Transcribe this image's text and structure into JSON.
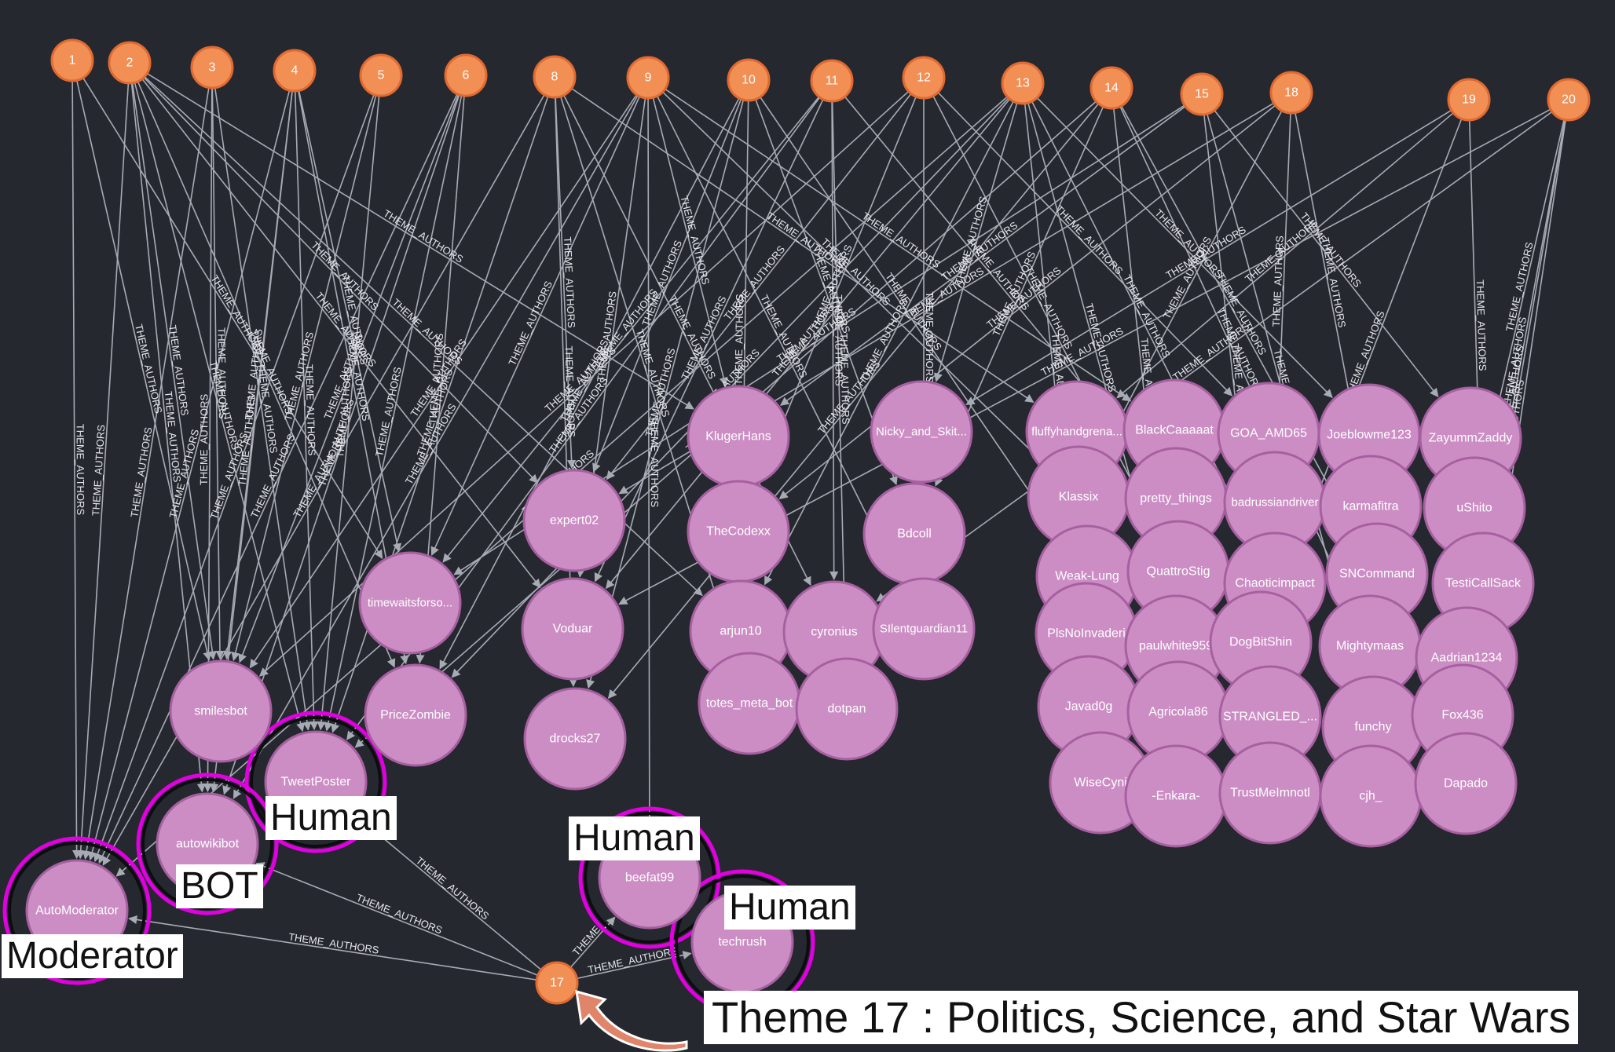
{
  "colors": {
    "background": "#262830",
    "theme_node": "#f28f55",
    "theme_node_stroke": "#e06a30",
    "author_node": "#cc8dc4",
    "author_node_stroke": "#a660a0",
    "edge": "#a7abb4",
    "highlight_ring": "#e000e0",
    "arrow": "#e0856a"
  },
  "edge_type": "THEME_AUTHORS",
  "theme_nodes": [
    "1",
    "2",
    "3",
    "4",
    "5",
    "6",
    "8",
    "9",
    "10",
    "11",
    "12",
    "13",
    "14",
    "15",
    "18",
    "19",
    "20",
    "17"
  ],
  "author_nodes": [
    "KlugerHans",
    "Nicky_and_Skit...",
    "fluffyhandgrena...",
    "BlackCaaaaat",
    "GOA_AMD65",
    "Joeblowme123",
    "ZayummZaddy",
    "TheCodexx",
    "Bdcoll",
    "Klassix",
    "pretty_things",
    "badrussiandriver",
    "karmafitra",
    "uShito",
    "expert02",
    "Weak-Lung",
    "QuattroStig",
    "Chaoticimpact",
    "SNCommand",
    "TestiCallSack",
    "timewaitsforso...",
    "Voduar",
    "arjun10",
    "cyronius",
    "SIlentguardian11",
    "PlsNoInvaderi",
    "paulwhite959",
    "DogBitShin",
    "Mightymaas",
    "Aadrian1234",
    "smilesbot",
    "PriceZombie",
    "totes_meta_bot",
    "dotpan",
    "drocks27",
    "Javad0g",
    "Agricola86",
    "STRANGLED_...",
    "funchy",
    "Fox436",
    "TweetPoster",
    "WiseCyni",
    "-Enkara-",
    "TrustMeImnotl",
    "cjh_",
    "Dapado",
    "autowikibot",
    "AutoModerator",
    "beefat99",
    "techrush"
  ],
  "callouts": {
    "bot": "BOT",
    "human_tweetposter": "Human",
    "moderator": "Moderator",
    "human_beefat99": "Human",
    "human_techrush": "Human",
    "theme": "Theme 17 : Politics, Science, and Star Wars"
  },
  "highlighted_theme_edge_label": "THEME_"
}
